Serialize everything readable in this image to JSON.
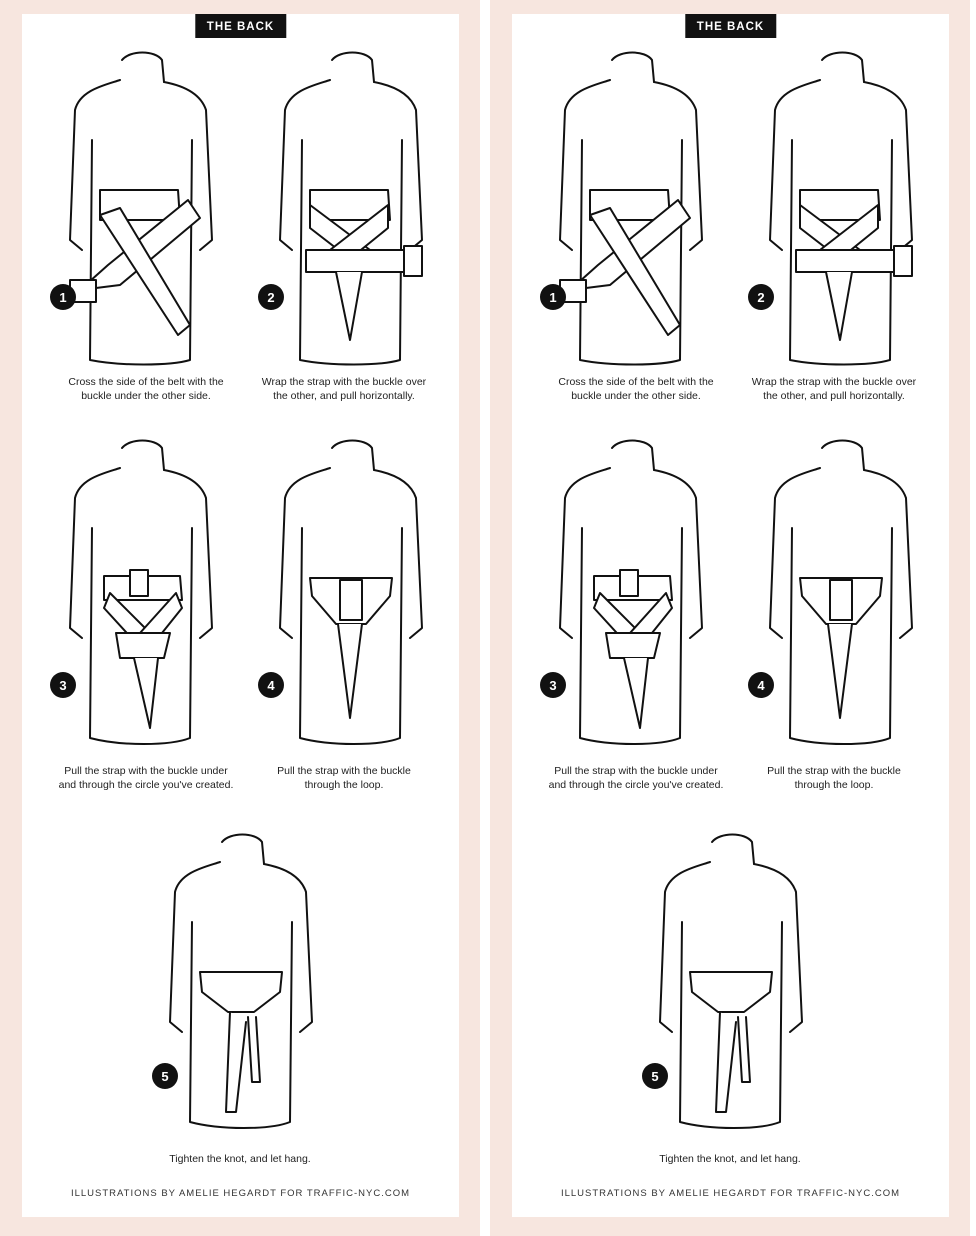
{
  "panels": [
    {
      "header": "THE BACK",
      "steps": [
        {
          "number": "1",
          "caption_line1": "Cross the side of the belt with the",
          "caption_line2": "buckle under the other side."
        },
        {
          "number": "2",
          "caption_line1": "Wrap the strap with the buckle over",
          "caption_line2": "the other, and pull horizontally."
        },
        {
          "number": "3",
          "caption_line1": "Pull the strap with the buckle under",
          "caption_line2": "and through the circle you've created."
        },
        {
          "number": "4",
          "caption_line1": "Pull the strap with the buckle",
          "caption_line2": "through the loop."
        },
        {
          "number": "5",
          "caption_line1": "Tighten the knot, and let hang.",
          "caption_line2": ""
        }
      ],
      "credit": "ILLUSTRATIONS BY AMELIE HEGARDT FOR TRAFFIC-NYC.COM"
    },
    {
      "header": "THE BACK",
      "steps": [
        {
          "number": "1",
          "caption_line1": "Cross the side of the belt with the",
          "caption_line2": "buckle under the other side."
        },
        {
          "number": "2",
          "caption_line1": "Wrap the strap with the buckle over",
          "caption_line2": "the other, and pull horizontally."
        },
        {
          "number": "3",
          "caption_line1": "Pull the strap with the buckle under",
          "caption_line2": "and through the circle you've created."
        },
        {
          "number": "4",
          "caption_line1": "Pull the strap with the buckle",
          "caption_line2": "through the loop."
        },
        {
          "number": "5",
          "caption_line1": "Tighten the knot, and let hang.",
          "caption_line2": ""
        }
      ],
      "credit": "ILLUSTRATIONS BY AMELIE HEGARDT FOR TRAFFIC-NYC.COM"
    }
  ],
  "colors": {
    "panel_border": "#f7e6df",
    "ink": "#111111"
  },
  "icons": [
    "trench-coat-back-illustration"
  ]
}
